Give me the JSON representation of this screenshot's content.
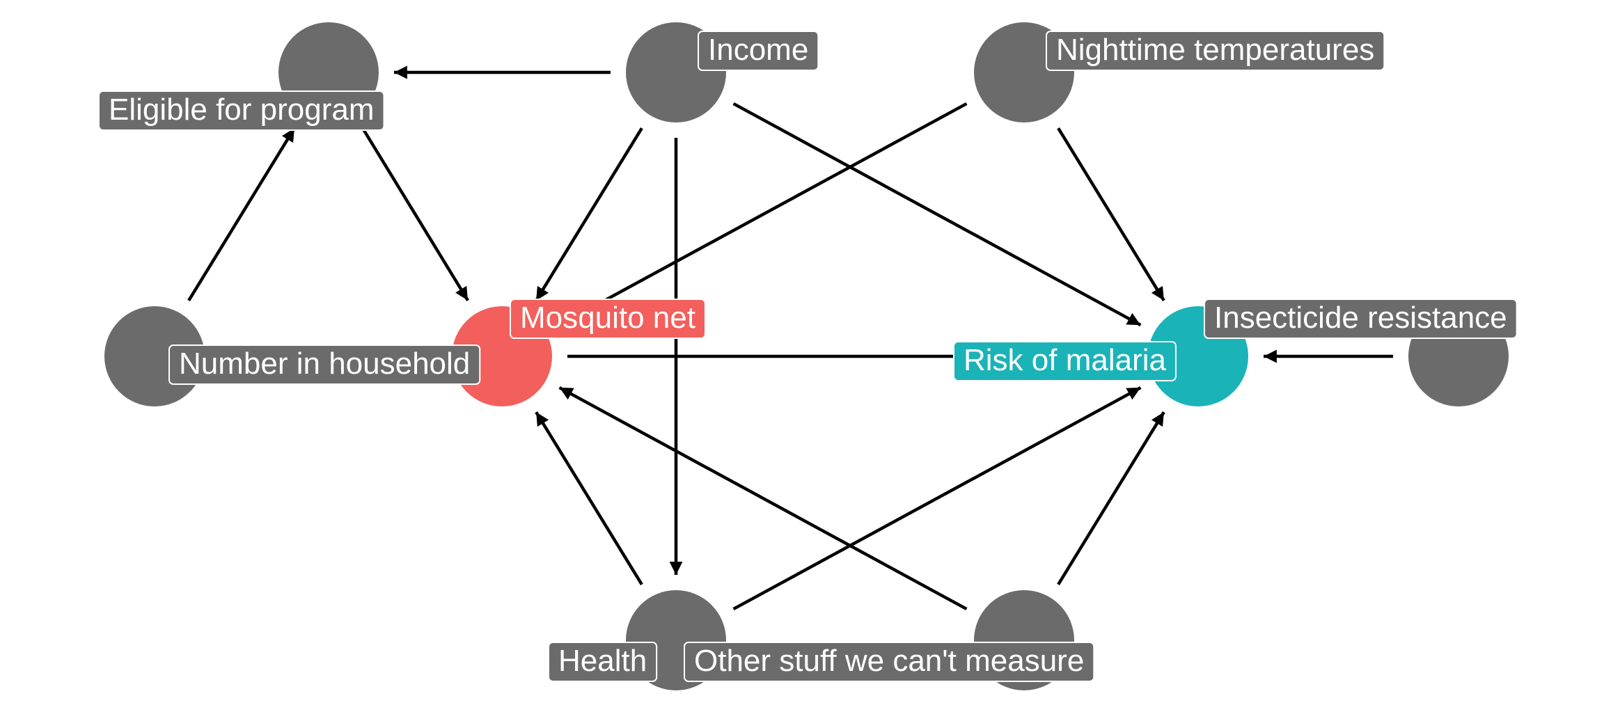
{
  "colors": {
    "node": "#6b6b6b",
    "exposure": "#f25f5c",
    "outcome": "#1ab3b8",
    "edge": "#000000",
    "label_text": "#ffffff",
    "label_border": "#ffffff"
  },
  "nodes": [
    {
      "id": "eligible",
      "label": "Eligible for program",
      "role": "default"
    },
    {
      "id": "income",
      "label": "Income",
      "role": "default"
    },
    {
      "id": "nighttime",
      "label": "Nighttime temperatures",
      "role": "default"
    },
    {
      "id": "household",
      "label": "Number in household",
      "role": "default"
    },
    {
      "id": "net",
      "label": "Mosquito net",
      "role": "exposure"
    },
    {
      "id": "malaria",
      "label": "Risk of malaria",
      "role": "outcome"
    },
    {
      "id": "insecticide",
      "label": "Insecticide resistance",
      "role": "default"
    },
    {
      "id": "health",
      "label": "Health",
      "role": "default"
    },
    {
      "id": "other",
      "label": "Other stuff we can't measure",
      "role": "default"
    }
  ],
  "edges": [
    {
      "from": "income",
      "to": "eligible"
    },
    {
      "from": "income",
      "to": "net"
    },
    {
      "from": "income",
      "to": "health"
    },
    {
      "from": "income",
      "to": "malaria"
    },
    {
      "from": "household",
      "to": "eligible"
    },
    {
      "from": "eligible",
      "to": "net"
    },
    {
      "from": "nighttime",
      "to": "net"
    },
    {
      "from": "nighttime",
      "to": "malaria"
    },
    {
      "from": "net",
      "to": "malaria"
    },
    {
      "from": "insecticide",
      "to": "malaria"
    },
    {
      "from": "health",
      "to": "net"
    },
    {
      "from": "health",
      "to": "malaria"
    },
    {
      "from": "other",
      "to": "net"
    },
    {
      "from": "other",
      "to": "malaria"
    }
  ]
}
